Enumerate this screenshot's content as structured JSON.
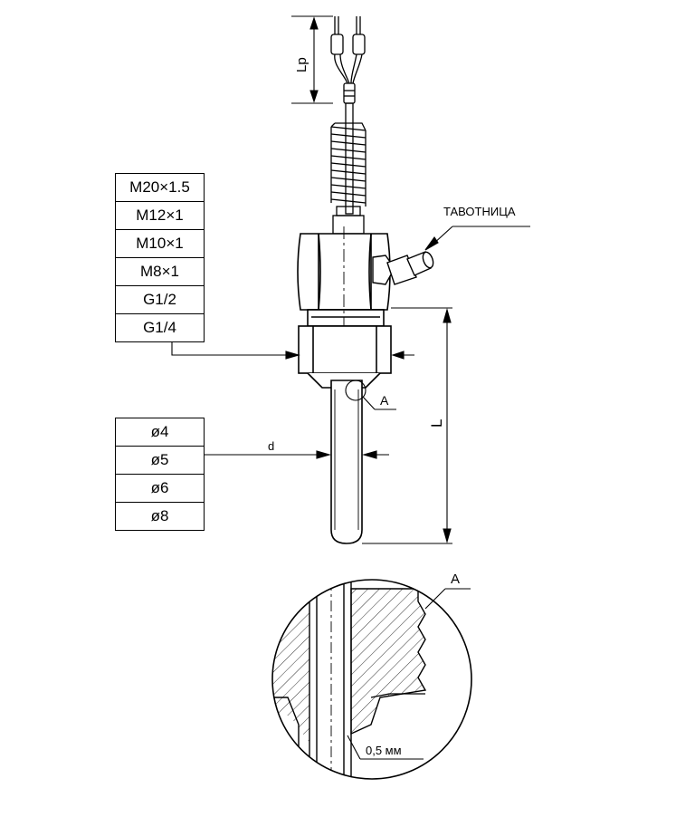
{
  "thread_options": [
    "M20×1.5",
    "M12×1",
    "M10×1",
    "M8×1",
    "G1/2",
    "G1/4"
  ],
  "diameter_options": [
    "ø4",
    "ø5",
    "ø6",
    "ø8"
  ],
  "labels": {
    "lp": "Lp",
    "grease_fitting": "ТАВОТНИЦА",
    "detail_a": "A",
    "diameter": "d",
    "length": "L",
    "gap": "0,5 мм"
  }
}
